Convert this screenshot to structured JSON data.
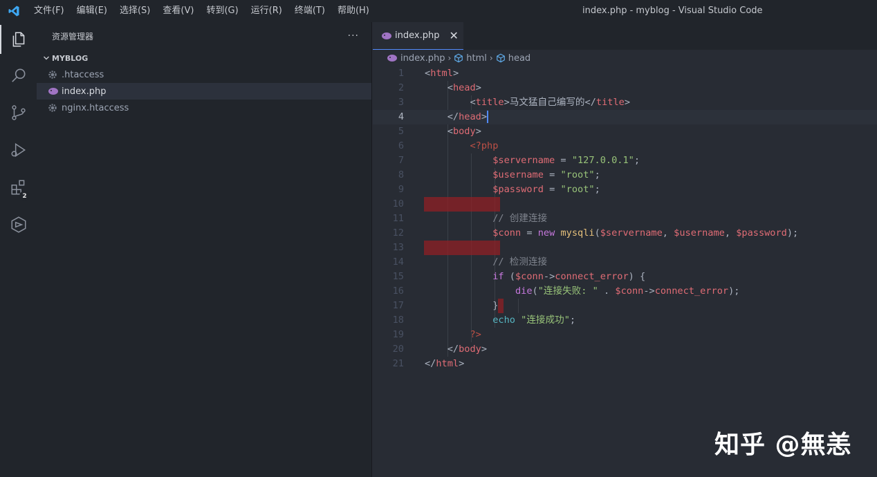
{
  "titlebar": {
    "menu": [
      "文件(F)",
      "编辑(E)",
      "选择(S)",
      "查看(V)",
      "转到(G)",
      "运行(R)",
      "终端(T)",
      "帮助(H)"
    ],
    "window_title": "index.php - myblog - Visual Studio Code"
  },
  "activity": {
    "items": [
      "explorer-icon",
      "search-icon",
      "source-control-icon",
      "run-debug-icon",
      "extensions-icon",
      "remote-explorer-icon"
    ],
    "extensions_badge": "2"
  },
  "sidebar": {
    "title": "资源管理器",
    "more": "···",
    "folder": "MYBLOG",
    "files": [
      ".htaccess",
      "index.php",
      "nginx.htaccess"
    ]
  },
  "editor": {
    "tab_label": "index.php",
    "tab_close": "✕",
    "breadcrumb": [
      "index.php",
      "html",
      "head"
    ],
    "line_numbers": [
      "1",
      "2",
      "3",
      "4",
      "5",
      "6",
      "7",
      "8",
      "9",
      "10",
      "11",
      "12",
      "13",
      "14",
      "15",
      "16",
      "17",
      "18",
      "19",
      "20",
      "21"
    ],
    "current_line": "4"
  },
  "code": {
    "l1_tag": "html",
    "l2_tag": "head",
    "l3_tag": "title",
    "l3_text": "马文猛自己编写的",
    "l3_close": "title",
    "l4_tag": "head",
    "l5_tag": "body",
    "l6_php": "<?php",
    "l7_var": "$servername",
    "l7_val": "\"127.0.0.1\"",
    "l8_var": "$username",
    "l8_val": "\"root\"",
    "l9_var": "$password",
    "l9_val": "\"root\"",
    "l11_comment": "// 创建连接",
    "l12_var": "$conn",
    "l12_new": "new",
    "l12_class": "mysqli",
    "l12_a1": "$servername",
    "l12_a2": "$username",
    "l12_a3": "$password",
    "l14_comment": "// 检测连接",
    "l15_if": "if",
    "l15_var": "$conn",
    "l15_prop": "connect_error",
    "l16_die": "die",
    "l16_str": "\"连接失败: \"",
    "l16_var": "$conn",
    "l16_prop": "connect_error",
    "l17_brace": "}",
    "l18_echo": "echo",
    "l18_str": "\"连接成功\"",
    "l19_php": "?>",
    "l20_tag": "body",
    "l21_tag": "html"
  },
  "watermark": "知乎 @無恙",
  "colors": {
    "accent": "#528bff",
    "background": "#282c34",
    "sidebar": "#21252b"
  }
}
